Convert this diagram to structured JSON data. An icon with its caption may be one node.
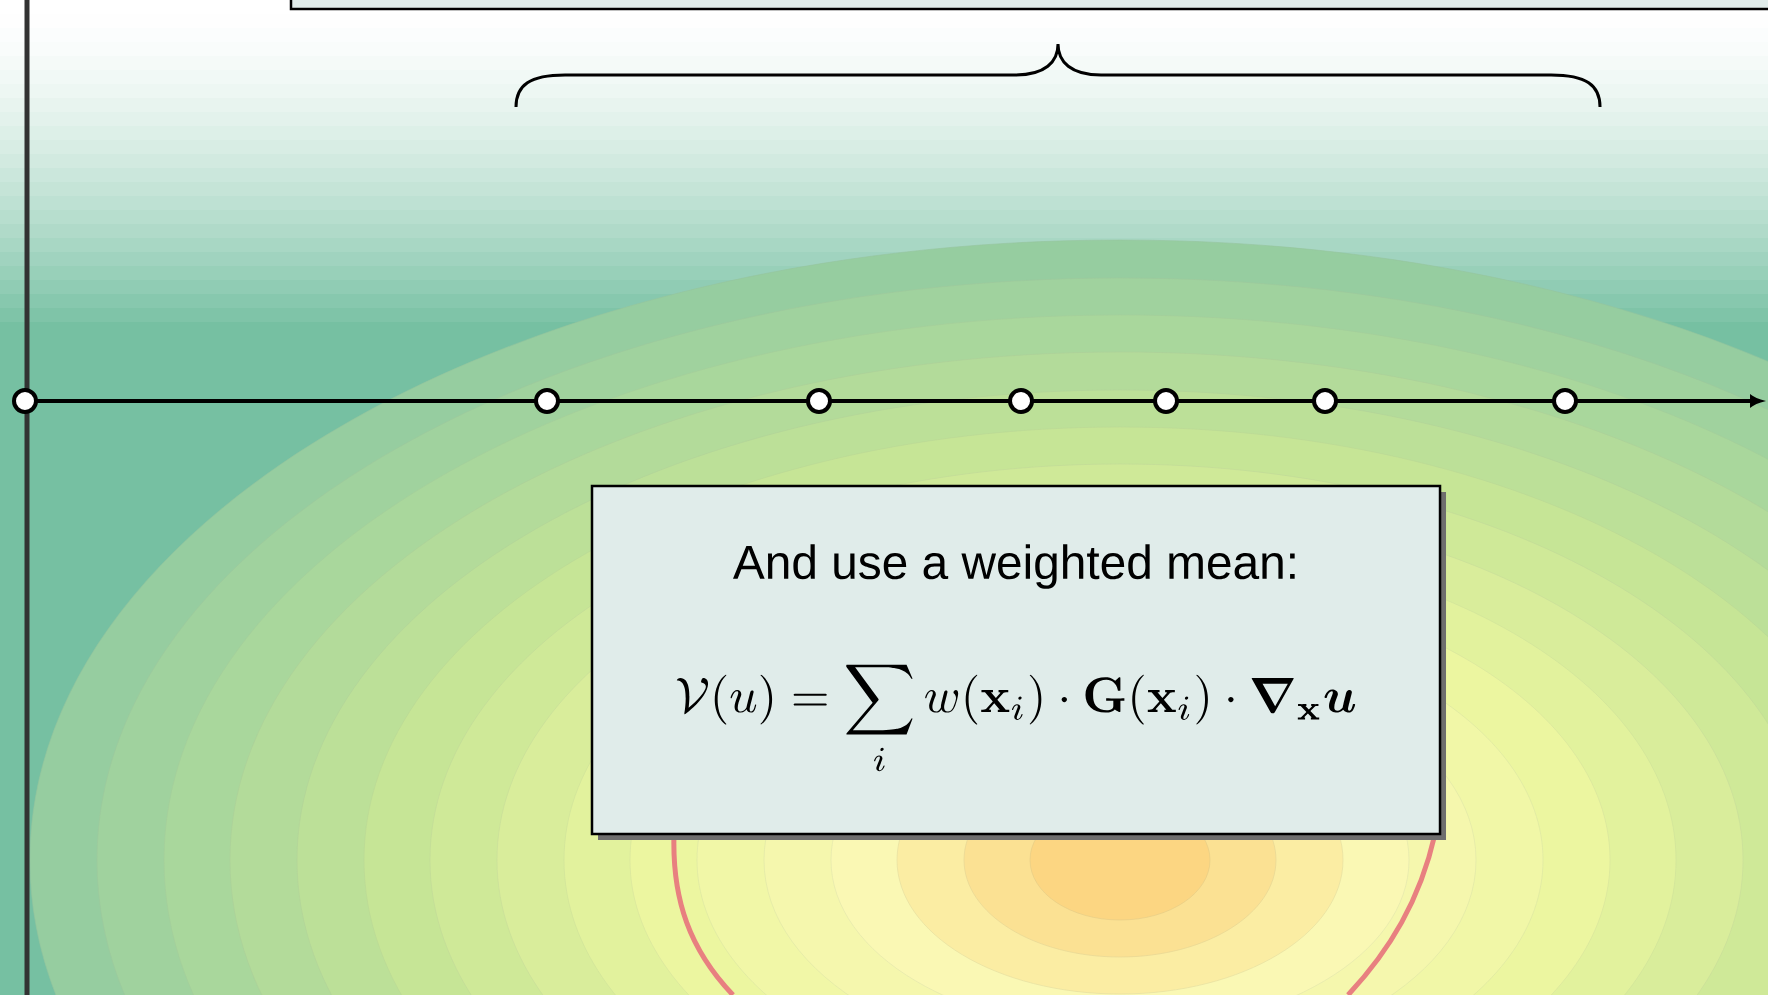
{
  "diagram": {
    "nodes": [
      {
        "text": [],
        "shape": "box"
      },
      {
        "text": [
          "And use a weighted mean:",
          "\\mathcal{V}(u) = \\sum_{i} w(\\mathbf{x}_i) \\cdot \\mathbf{G}(\\mathbf{x}_i) \\cdot \\boldsymbol{\\nabla}_{\\mathbf{x}} \\boldsymbol{u}"
        ]
      }
    ]
  }
}
